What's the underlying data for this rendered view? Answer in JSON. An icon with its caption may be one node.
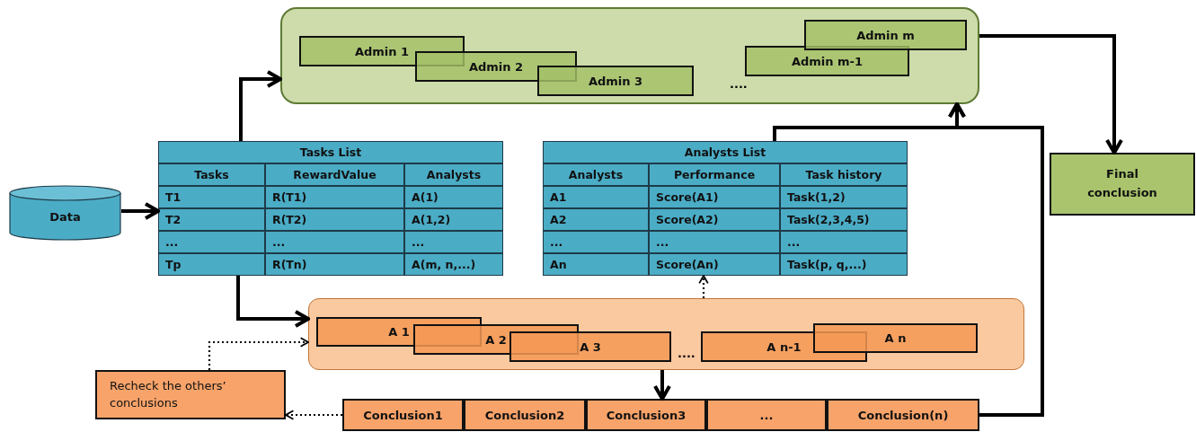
{
  "diagram": {
    "nodes": [
      {
        "text": [],
        "shape": "box"
      },
      {
        "text": [
          "Admin 1"
        ],
        "in": 0
      },
      {
        "text": [
          "Admin 2"
        ],
        "in": 0
      },
      {
        "text": [
          "Admin 3"
        ],
        "in": 0
      },
      {
        "text": [
          "Admin m-1"
        ],
        "in": 0
      },
      {
        "text": [
          "Admin m"
        ],
        "in": 0
      },
      {
        "text": [
          "Final conclusion"
        ]
      },
      {
        "text": [
          "Data"
        ]
      },
      {
        "text": [
          "Tasks List",
          "Tasks",
          "RewardValue",
          "Analysts",
          "T1",
          "R(T1)",
          "A(1)",
          "T2",
          "R(T2)",
          "A(1,2)",
          "...",
          "...",
          "...",
          "Tp",
          "R(Tn)",
          "A(m, n,...)"
        ]
      },
      {
        "text": [
          "Analysts List",
          "Analysts",
          "Performance",
          "Task history",
          "A1",
          "Score(A1)",
          "Task(1,2)",
          "A2",
          "Score(A2)",
          "Task(2,3,4,5)",
          "...",
          "...",
          "...",
          "An",
          "Score(An)",
          "Task(p, q,...)"
        ]
      },
      {
        "text": [],
        "shape": "box"
      },
      {
        "text": [
          "A 1"
        ],
        "in": 10
      },
      {
        "text": [
          "A 2"
        ],
        "in": 10
      },
      {
        "text": [
          "A 3"
        ],
        "in": 10
      },
      {
        "text": [
          "A n-1"
        ],
        "in": 10
      },
      {
        "text": [
          "A n"
        ],
        "in": 10
      },
      {
        "text": [
          "Recheck the others’ conclusions"
        ]
      },
      {
        "text": [
          "Conclusion1"
        ]
      },
      {
        "text": [
          "Conclusion2"
        ]
      },
      {
        "text": [
          "Conclusion3"
        ]
      },
      {
        "text": [
          "..."
        ]
      },
      {
        "text": [
          "Conclusion(n)"
        ]
      }
    ],
    "edges": [
      {
        "from": 7,
        "to": 8,
        "arrow": "to"
      },
      {
        "from": 8,
        "to": 0,
        "arrow": "to"
      },
      {
        "from": 8,
        "to": 10,
        "arrow": "to"
      },
      {
        "from": 0,
        "to": 6,
        "arrow": "to"
      },
      {
        "from": 9,
        "to": 0,
        "arrow": "to"
      },
      {
        "from": 21,
        "to": 0,
        "arrow": "to"
      },
      {
        "from": 10,
        "to": 9,
        "arrow": "to",
        "style": "dashed"
      },
      {
        "from": 10,
        "to": 19,
        "arrow": "to"
      },
      {
        "from": 17,
        "to": 16,
        "arrow": "to",
        "style": "dashed"
      },
      {
        "from": 16,
        "to": 10,
        "arrow": "to",
        "style": "dashed"
      }
    ],
    "labels": [
      "....",
      "...."
    ]
  }
}
